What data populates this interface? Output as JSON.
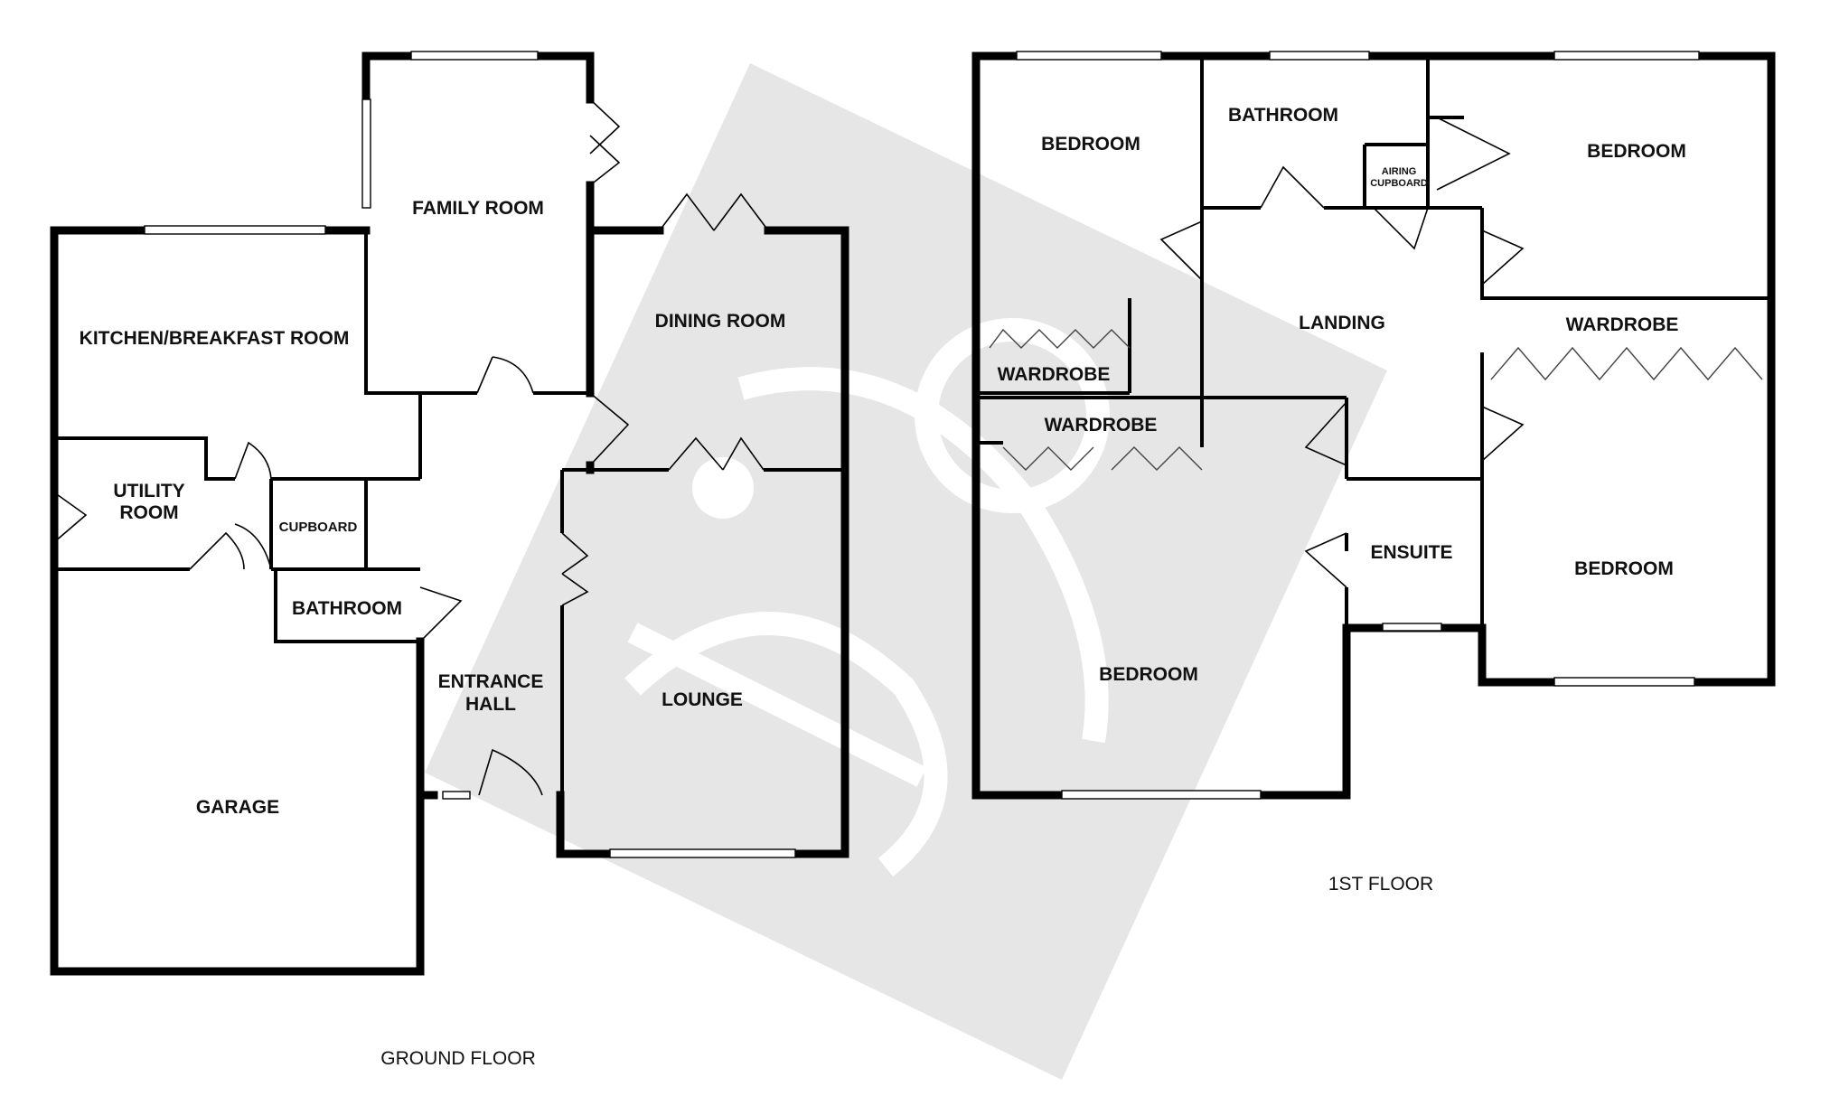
{
  "floors": {
    "ground": {
      "caption": "GROUND FLOOR",
      "rooms": {
        "family_room": "FAMILY ROOM",
        "kitchen": "KITCHEN/BREAKFAST ROOM",
        "dining_room": "DINING ROOM",
        "utility_room_line1": "UTILITY",
        "utility_room_line2": "ROOM",
        "cupboard": "CUPBOARD",
        "bathroom": "BATHROOM",
        "entrance_hall_line1": "ENTRANCE",
        "entrance_hall_line2": "HALL",
        "lounge": "LOUNGE",
        "garage": "GARAGE"
      }
    },
    "first": {
      "caption": "1ST FLOOR",
      "rooms": {
        "bedroom_top_left": "BEDROOM",
        "bathroom": "BATHROOM",
        "airing_cupboard_line1": "AIRING",
        "airing_cupboard_line2": "CUPBOARD",
        "bedroom_top_right": "BEDROOM",
        "landing": "LANDING",
        "wardrobe_left_upper": "WARDROBE",
        "wardrobe_left_lower": "WARDROBE",
        "wardrobe_right": "WARDROBE",
        "ensuite": "ENSUITE",
        "bedroom_right": "BEDROOM",
        "bedroom_main": "BEDROOM"
      }
    }
  },
  "colors": {
    "wall": "#000000",
    "watermark": "#e6e6e6",
    "background": "#ffffff"
  }
}
